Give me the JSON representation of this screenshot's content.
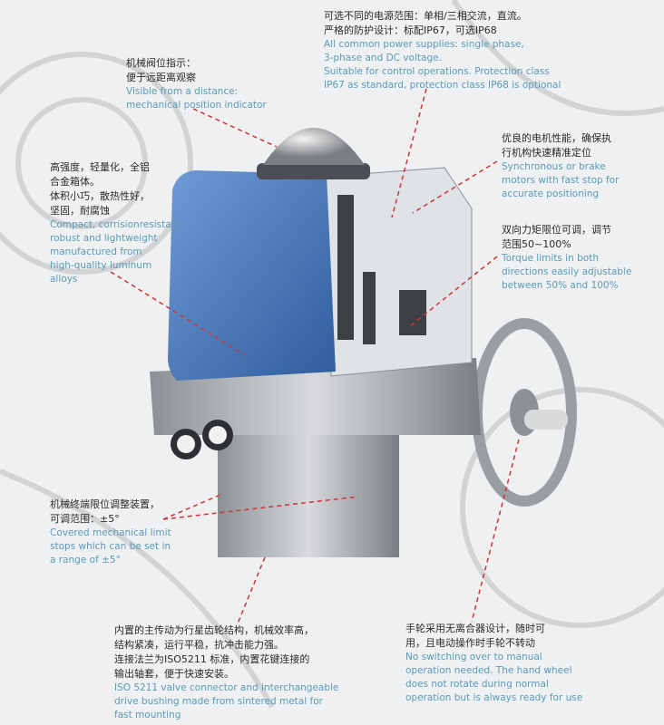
{
  "colors": {
    "accent_text": "#5b9bb8",
    "leader_line": "#d0323a",
    "housing_blue": "#4a78b8"
  },
  "callouts": {
    "power": {
      "zh": [
        "可选不同的电源范围：单相/三相交流，直流。",
        "严格的防护设计：标配IP67，可选IP68"
      ],
      "en": [
        "All common power supplies: single phase,",
        "3-phase and DC voltage.",
        "Suitable for control operations. Protection class",
        "IP67 as standard, protection class IP68 is optional"
      ]
    },
    "indicator": {
      "zh": [
        "机械阀位指示：",
        "便于远距离观察"
      ],
      "en": [
        "Visible from a distance:",
        "mechanical position indicator"
      ]
    },
    "housing": {
      "zh": [
        "高强度，轻量化，全铝",
        "合金箱体。",
        "体积小巧，散热性好，",
        "坚固，耐腐蚀"
      ],
      "en": [
        "Compact, corrisionresistant,",
        "robust and lightweight",
        "manufactured from",
        "high-quality luminum",
        "alloys"
      ]
    },
    "motor": {
      "zh": [
        "优良的电机性能，确保执",
        "行机构快速精准定位"
      ],
      "en": [
        "Synchronous or brake",
        "motors with fast stop for",
        "accurate positioning"
      ]
    },
    "torque": {
      "zh": [
        "双向力矩限位可调，调节",
        "范围50~100%"
      ],
      "en": [
        "Torque limits in both",
        "directions easily adjustable",
        "between 50% and 100%"
      ]
    },
    "limit": {
      "zh": [
        "机械终端限位调整装置，",
        "可调范围：±5°"
      ],
      "en": [
        "Covered mechanical limit",
        "stops which can be set in",
        "a range of ±5°"
      ]
    },
    "drive": {
      "zh": [
        "内置的主传动为行星齿轮结构，机械效率高，",
        "结构紧凑，运行平稳，抗冲击能力强。",
        "连接法兰为ISO5211 标准，内置花键连接的",
        "输出轴套，便于快速安装。"
      ],
      "en": [
        "ISO 5211 valve connector and interchangeable",
        "drive bushing made from sintered metal for",
        "fast mounting"
      ]
    },
    "handwheel": {
      "zh": [
        "手轮采用无离合器设计，随时可",
        "用，且电动操作时手轮不转动"
      ],
      "en": [
        "No switching over to manual",
        "operation needed. The hand wheel",
        "does not rotate during normal",
        "operation but is always ready for use"
      ]
    }
  }
}
